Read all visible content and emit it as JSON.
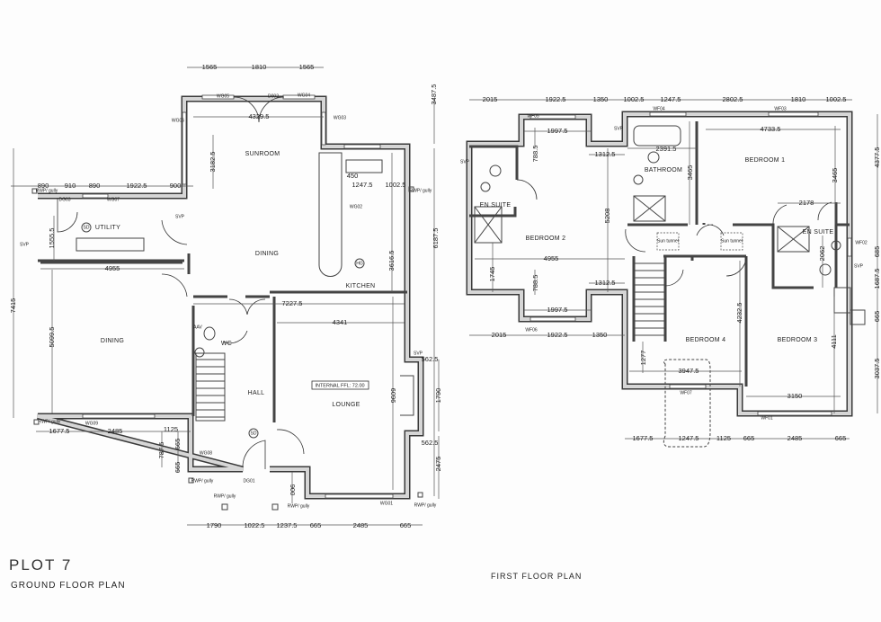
{
  "titles": {
    "plot": "PLOT 7",
    "ground": "GROUND FLOOR PLAN",
    "first": "FIRST FLOOR PLAN"
  },
  "ground_floor": {
    "rooms": [
      "SUNROOM",
      "UTILITY",
      "DINING",
      "KITCHEN",
      "DINING",
      "WC",
      "HALL",
      "LOUNGE"
    ],
    "ffl_note": "INTERNAL  FFL: 72.00",
    "codes": [
      "SD",
      "HG",
      "SD"
    ],
    "dimensions": [
      "1565",
      "1810",
      "1565",
      "4329.5",
      "3182.5",
      "3487.5",
      "6187.5",
      "450",
      "1247.5",
      "1002.5",
      "890",
      "910",
      "890",
      "1922.5",
      "900",
      "1555.5",
      "4955",
      "7415",
      "5099.5",
      "3616.5",
      "7227.5",
      "4341",
      "6096",
      "562.5",
      "1790",
      "562.5",
      "2475",
      "1677.5",
      "2485",
      "1125",
      "787.5",
      "665",
      "665",
      "1790",
      "1022.5",
      "1237.5",
      "665",
      "2485",
      "665",
      "900"
    ],
    "openings": [
      "WG05",
      "D002",
      "WG04",
      "WG06",
      "WG03",
      "DG03",
      "WG07",
      "WG02",
      "WG09",
      "WG08",
      "DG01",
      "WG01"
    ],
    "fittings": [
      "SVP",
      "SVP",
      "SVP",
      "RWP/ gully",
      "RWP/ gully",
      "RWP/ gully",
      "RWP/ gully",
      "RWP/ gully",
      "RWP/ gully",
      "RWP/ gully",
      "AAV"
    ]
  },
  "first_floor": {
    "rooms": [
      "BEDROOM  1",
      "BATHROOM",
      "EN  SUITE",
      "BEDROOM  2",
      "EN  SUITE",
      "BEDROOM  4",
      "BEDROOM  3"
    ],
    "sun_tunnels": [
      "Sun tunnel",
      "Sun tunnel"
    ],
    "dimensions": [
      "2015",
      "1922.5",
      "1350",
      "1002.5",
      "1247.5",
      "2802.5",
      "1810",
      "1002.5",
      "1997.5",
      "788.5",
      "1312.5",
      "2391.5",
      "4733.5",
      "3465",
      "3465",
      "4377.5",
      "5208",
      "2178",
      "2062",
      "685",
      "1687.5",
      "665",
      "4955",
      "1745",
      "788.5",
      "1312.5",
      "1997.5",
      "2015",
      "1922.5",
      "1350",
      "4232.5",
      "4111",
      "1277",
      "3947.5",
      "3037.5",
      "3150",
      "1677.5",
      "1247.5",
      "1125",
      "665",
      "2485",
      "665"
    ],
    "openings": [
      "WF05",
      "WF04",
      "WF03",
      "WF02",
      "WF06",
      "WF07",
      "WF01"
    ],
    "fittings": [
      "SVP",
      "SVP",
      "SVP"
    ]
  }
}
